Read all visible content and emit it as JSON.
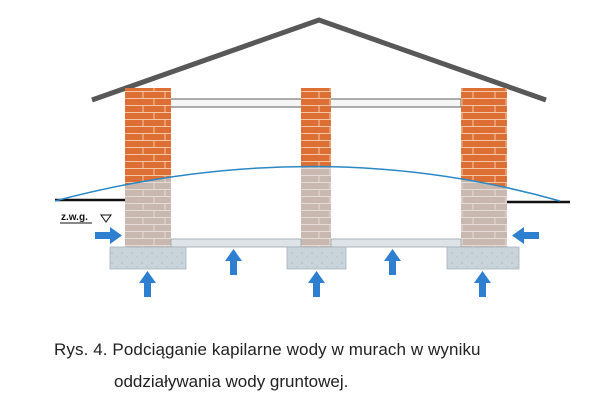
{
  "diagram": {
    "water_level_label": "z.w.g.",
    "colors": {
      "brick": "#dd6f34",
      "brick_mortar": "#f3c7a4",
      "wet_wall": "#c9b8b0",
      "foundation": "#c9d3da",
      "roof": "#555555",
      "capillary_line": "#2a88c6",
      "arrow": "#2f7fd1",
      "ground": "#111111"
    }
  },
  "caption": {
    "line1": "Rys. 4. Podciąganie kapilarne wody w murach w wyniku",
    "line2": "oddziaływania wody gruntowej."
  }
}
